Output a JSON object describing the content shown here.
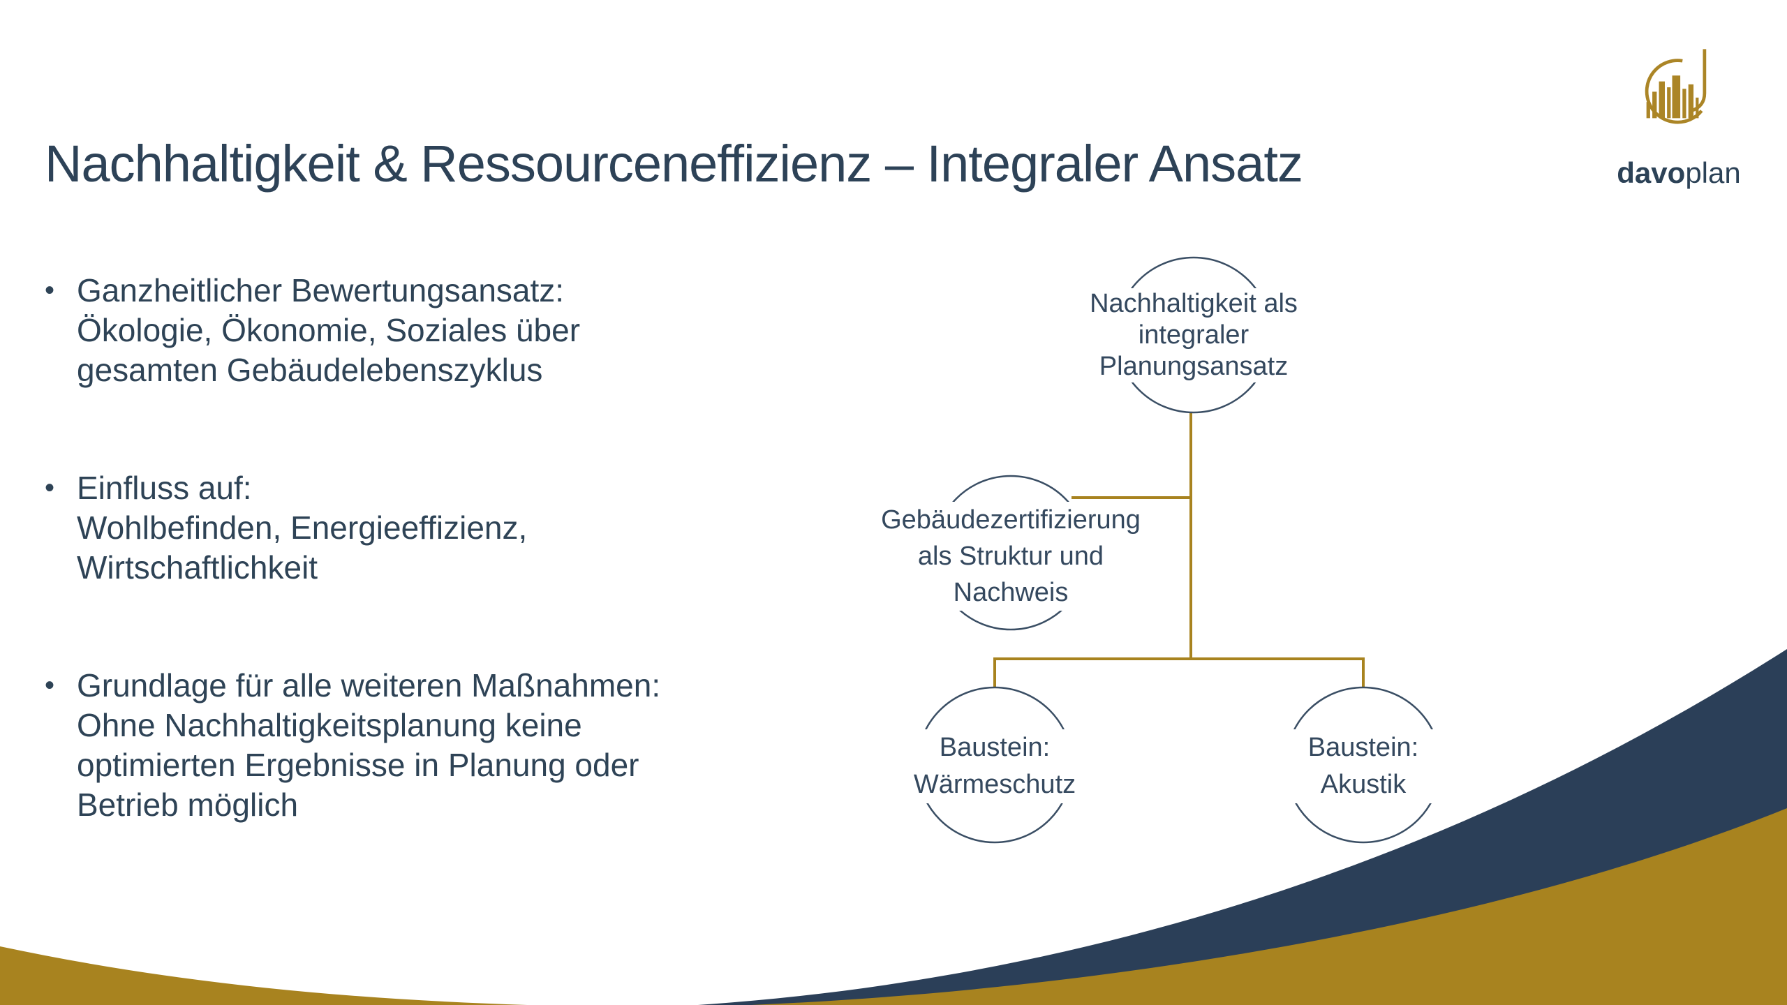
{
  "slide": {
    "title": "Nachhaltigkeit & Ressourceneffizienz – Integraler Ansatz",
    "bullet_marker": "•",
    "bullets": [
      {
        "lines": [
          "Ganzheitlicher Bewertungsansatz:",
          "Ökologie, Ökonomie, Soziales über",
          "gesamten Gebäudelebenszyklus"
        ]
      },
      {
        "lines": [
          "Einfluss auf:",
          "Wohlbefinden, Energieeffizienz,",
          "Wirtschaftlichkeit"
        ]
      },
      {
        "lines": [
          "Grundlage für alle weiteren Maßnahmen:",
          "Ohne Nachhaltigkeitsplanung keine",
          "optimierten Ergebnisse in Planung oder",
          "Betrieb möglich"
        ]
      }
    ]
  },
  "logo": {
    "brand_bold": "davo",
    "brand_light": "plan"
  },
  "diagram": {
    "root": {
      "lines": [
        "Nachhaltigkeit als",
        "integraler",
        "Planungsansatz"
      ]
    },
    "certification": {
      "lines": [
        "Gebäudezertifizierung",
        "als Struktur und",
        "Nachweis"
      ]
    },
    "module_left": {
      "lines": [
        "Baustein:",
        "Wärmeschutz"
      ]
    },
    "module_right": {
      "lines": [
        "Baustein:",
        "Akustik"
      ]
    }
  },
  "colors": {
    "navy": "#2B3F58",
    "gold": "#A8831F",
    "title_text": "#2D4257",
    "body_text": "#2E4356",
    "circle_stroke": "#3A4E64"
  }
}
